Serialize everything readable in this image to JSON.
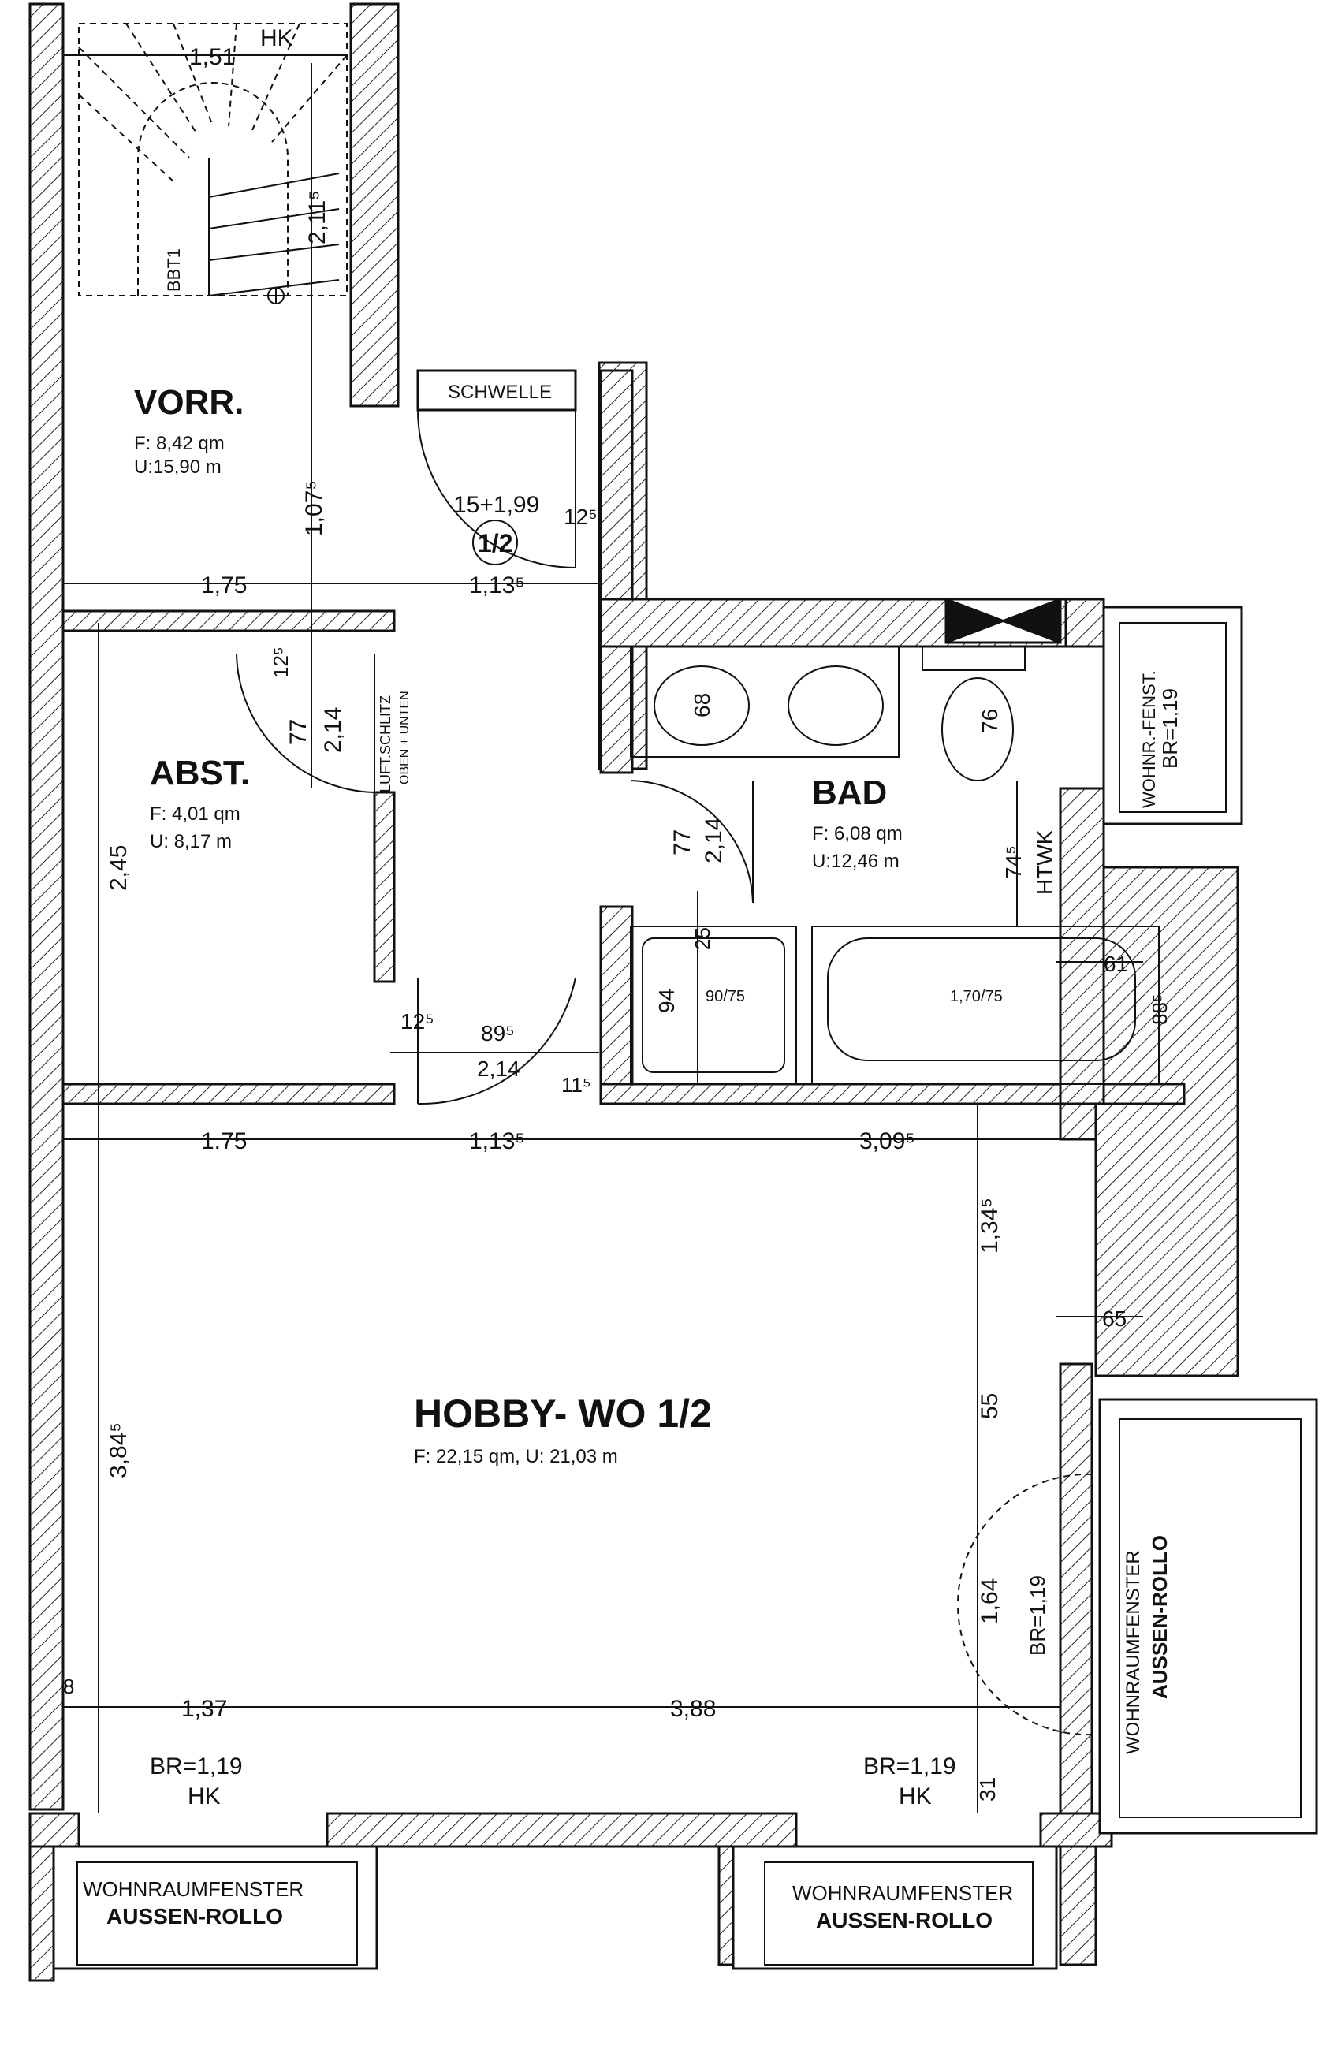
{
  "rooms": {
    "vorr": {
      "title": "VORR.",
      "area": "F:  8,42 qm",
      "perimeter": "U:15,90 m"
    },
    "abst": {
      "title": "ABST.",
      "area": "F: 4,01 qm",
      "perimeter": "U: 8,17 m"
    },
    "bad": {
      "title": "BAD",
      "area": "F:  6,08 qm",
      "perimeter": "U:12,46 m"
    },
    "hobby": {
      "title": "HOBBY- WO 1/2",
      "area": "F: 22,15 qm, U: 21,03 m"
    }
  },
  "labels": {
    "hk_top": "HK",
    "schwelle": "SCHWELLE",
    "stair_mark": "BBT1",
    "door_badge": "1/2",
    "luft1": "LUFT.SCHLITZ",
    "luft2": "OBEN + UNTEN",
    "htwk": "HTWK",
    "wohnr_fenst": "WOHNR.-FENST.",
    "br_right_small": "BR=1,19",
    "wohnraumfenster_right": "WOHNRAUMFENSTER",
    "aussen_rollo_right": "AUSSEN-ROLLO",
    "br_right_door": "BR=1,19",
    "br_bottom_left": "BR=1,19",
    "hk_bottom_left": "HK",
    "br_bottom_right": "BR=1,19",
    "hk_bottom_right": "HK",
    "wohnraumfenster_bl": "WOHNRAUMFENSTER",
    "aussen_rollo_bl": "AUSSEN-ROLLO",
    "wohnraumfenster_br": "WOHNRAUMFENSTER",
    "aussen_rollo_br": "AUSSEN-ROLLO",
    "shower": "90/75",
    "tub": "1,70/75"
  },
  "dimensions": {
    "stair_width": "1,51",
    "stair_len": "2,11⁵",
    "vorr_h": "1,07⁵",
    "door_main": "15+1,99",
    "d_12_5_a": "12⁵",
    "top_175": "1,75",
    "top_1135": "1,13⁵",
    "abst_125": "12⁵",
    "abst_77": "77",
    "abst_214": "2,14",
    "abst_245": "2,45",
    "bad_68": "68",
    "bad_76": "76",
    "bad_77": "77",
    "bad_214": "2,14",
    "bad_745": "74⁵",
    "bad_25": "25",
    "bad_94": "94",
    "bad_61": "61",
    "bad_885": "88⁵",
    "door2_125": "12⁵",
    "door2_895": "89⁵",
    "door2_214": "2,14",
    "door2_115": "11⁵",
    "mid_175": "1.75",
    "mid_1135": "1,13⁵",
    "mid_3095": "3,09⁵",
    "hob_1345": "1,34⁵",
    "hob_65": "65",
    "hob_55": "55",
    "hob_3845": "3,84⁵",
    "hob_164": "1,64",
    "hob_8": "8",
    "hob_137": "1,37",
    "hob_388": "3,88",
    "hob_31": "31"
  }
}
